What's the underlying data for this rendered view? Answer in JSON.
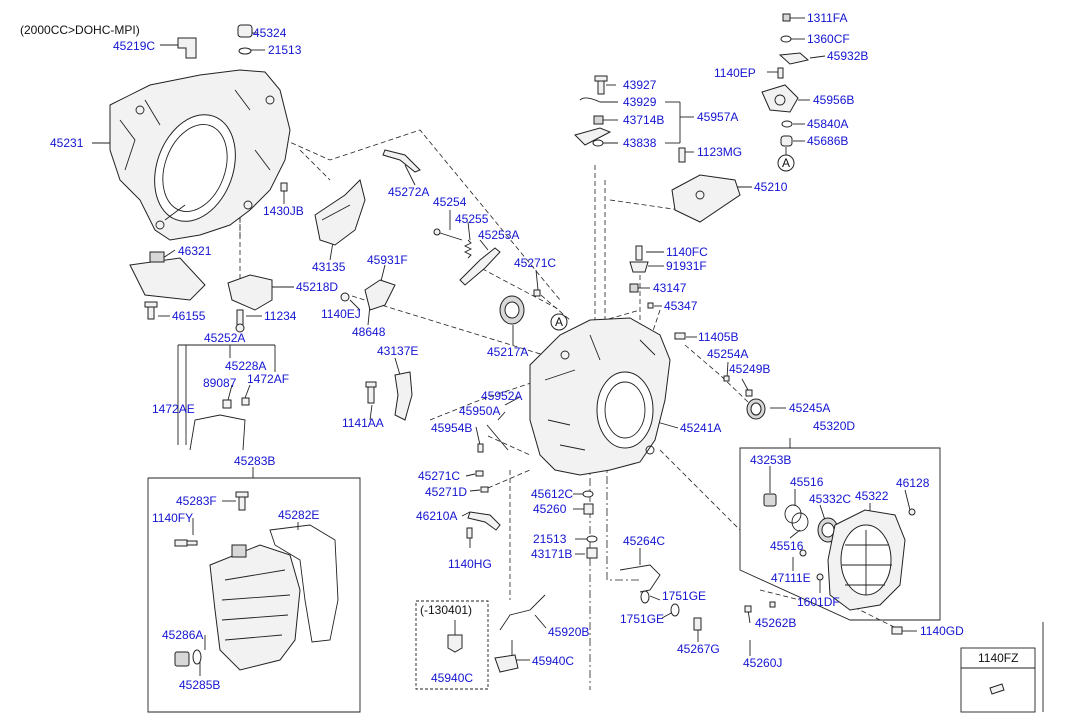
{
  "header": {
    "spec": "(2000CC>DOHC-MPI)"
  },
  "labels": {
    "l45324": "45324",
    "l45219C": "45219C",
    "l21513a": "21513",
    "l45231": "45231",
    "l45272A": "45272A",
    "l1430JB": "1430JB",
    "l45254": "45254",
    "l45255": "45255",
    "l45253A": "45253A",
    "l43135": "43135",
    "l46321": "46321",
    "l45218D": "45218D",
    "l46155": "46155",
    "l11234": "11234",
    "l45931F": "45931F",
    "l1140EJ": "1140EJ",
    "l48648": "48648",
    "l45271Ca": "45271C",
    "l45217A": "45217A",
    "l45252A": "45252A",
    "l45228A": "45228A",
    "l89087": "89087",
    "l1472AF": "1472AF",
    "l1472AE": "1472AE",
    "l43137E": "43137E",
    "l1141AA": "1141AA",
    "l45952A": "45952A",
    "l45950A": "45950A",
    "l45954B": "45954B",
    "l45271Cb": "45271C",
    "l45271D": "45271D",
    "l46210A": "46210A",
    "l1140HG": "1140HG",
    "l45283B": "45283B",
    "l45283F": "45283F",
    "l1140FY": "1140FY",
    "l45282E": "45282E",
    "l45286A": "45286A",
    "l45285B": "45285B",
    "l130401": "(-130401)",
    "l45940Ca": "45940C",
    "l45920B": "45920B",
    "l45940Cb": "45940C",
    "l45612C": "45612C",
    "l45260": "45260",
    "l21513b": "21513",
    "l43171B": "43171B",
    "l45264C": "45264C",
    "l1751GEa": "1751GE",
    "l1751GEb": "1751GE",
    "l45267G": "45267G",
    "l43927": "43927",
    "l43929": "43929",
    "l43714B": "43714B",
    "l45957A": "45957A",
    "l43838": "43838",
    "l1123MG": "1123MG",
    "l45210": "45210",
    "l1140FC": "1140FC",
    "l91931F": "91931F",
    "l43147": "43147",
    "l45347": "45347",
    "l11405B": "11405B",
    "l45254A": "45254A",
    "l45249B": "45249B",
    "l45245A": "45245A",
    "l45241A": "45241A",
    "l45320D": "45320D",
    "l43253B": "43253B",
    "l45516a": "45516",
    "l45332C": "45332C",
    "l45322": "45322",
    "l46128": "46128",
    "l45516b": "45516",
    "l47111E": "47111E",
    "l1601DF": "1601DF",
    "l45262B": "45262B",
    "l45260J": "45260J",
    "l1140GD": "1140GD",
    "l1311FA": "1311FA",
    "l1360CF": "1360CF",
    "l45932B": "45932B",
    "l1140EP": "1140EP",
    "l45956B": "45956B",
    "l45840A": "45840A",
    "l45686B": "45686B",
    "refA1": "A",
    "refA2": "A",
    "l1140FZ": "1140FZ"
  }
}
